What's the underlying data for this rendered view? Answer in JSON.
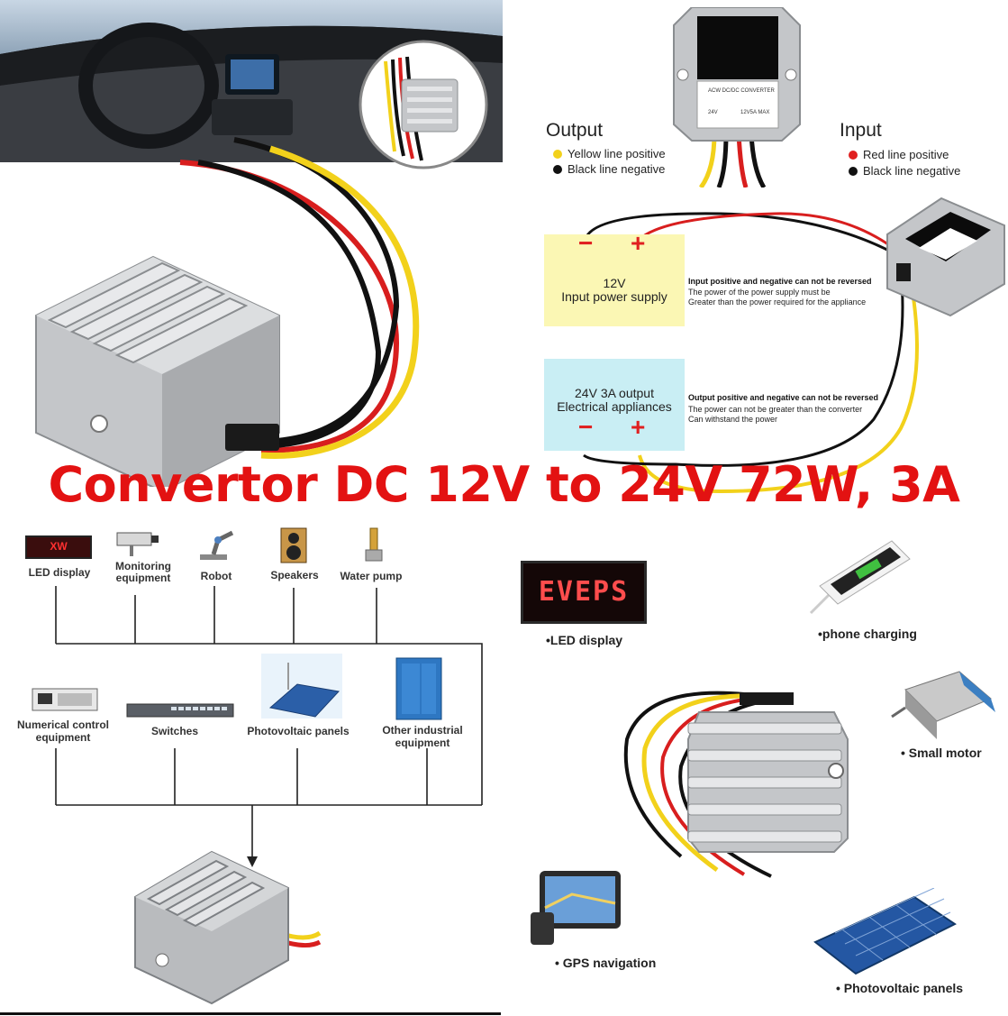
{
  "title": "Convertor DC 12V to 24V 72W, 3A",
  "wiring": {
    "output_heading": "Output",
    "output_positive": "Yellow line positive",
    "output_negative": "Black line negative",
    "input_heading": "Input",
    "input_positive": "Red line positive",
    "input_negative": "Black line negative",
    "input_box_voltage": "12V",
    "input_box_label": "Input power supply",
    "output_box_line1": "24V 3A output",
    "output_box_line2": "Electrical appliances",
    "minus": "−",
    "plus": "+",
    "input_note_bold": "Input positive and negative can not be reversed",
    "input_note_1": "The power of the power supply must be",
    "input_note_2": "Greater than the power required for the appliance",
    "output_note_bold": "Output positive and negative can not be reversed",
    "output_note_1": "The power can not be greater than the converter",
    "output_note_2": "Can withstand the power",
    "module_label_1": "ACW DC/DC CONVERTER",
    "module_label_2": "24V",
    "module_label_3": "12V5A MAX"
  },
  "applications_left": {
    "row1": [
      "LED display",
      "Monitoring equipment",
      "Robot",
      "Speakers",
      "Water pump"
    ],
    "row2": [
      "Numerical control equipment",
      "Switches",
      "Photovoltaic panels",
      "Other industrial equipment"
    ],
    "led_screen_text": "XW"
  },
  "applications_right": {
    "led_screen_text": "EVEPS",
    "items": [
      "•LED display",
      "•phone charging",
      "• Small motor",
      "• GPS navigation",
      "• Photovoltaic panels"
    ]
  },
  "colors": {
    "title": "#e31212",
    "wire_red": "#d81e1e",
    "wire_yellow": "#f2d11b",
    "wire_black": "#111111",
    "input_box": "#fbf7b4",
    "output_box": "#c9eef4",
    "aluminium": "#c4c6c9"
  }
}
